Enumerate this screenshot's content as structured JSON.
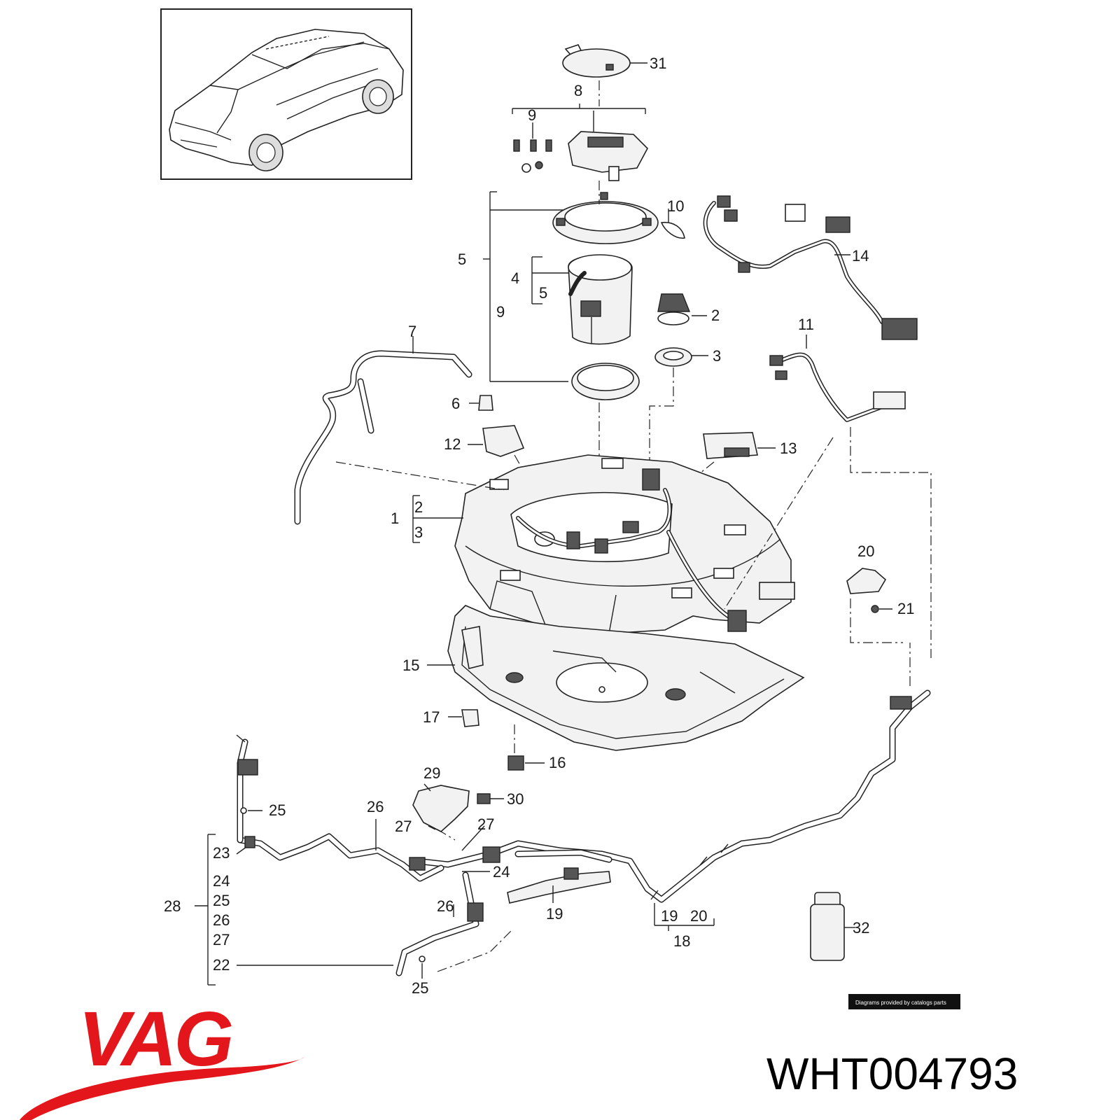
{
  "diagram": {
    "callouts": [
      "31",
      "8",
      "9",
      "10",
      "14",
      "5",
      "4",
      "5",
      "9",
      "2",
      "3",
      "11",
      "7",
      "6",
      "12",
      "13",
      "1",
      "2",
      "3",
      "20",
      "21",
      "15",
      "17",
      "16",
      "29",
      "30",
      "25",
      "26",
      "27",
      "27",
      "23",
      "24",
      "24",
      "25",
      "26",
      "27",
      "22",
      "28",
      "19",
      "19",
      "20",
      "18",
      "26",
      "25",
      "32"
    ]
  },
  "brand": {
    "logo_text": "VAG",
    "part_number": "WHT004793",
    "credit": "Diagrams provided by catalogs parts",
    "logo_color": "#e3161b"
  }
}
